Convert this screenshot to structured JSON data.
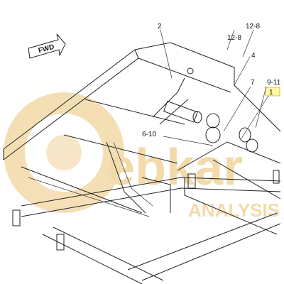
{
  "diagram": {
    "callouts": [
      {
        "id": "c-2",
        "text": "2"
      },
      {
        "id": "c-12-8",
        "text": "12-8"
      },
      {
        "id": "c-12-8b",
        "text": "12-8"
      },
      {
        "id": "c-4",
        "text": "4"
      },
      {
        "id": "c-7",
        "text": "7"
      },
      {
        "id": "c-9-11",
        "text": "9-11"
      },
      {
        "id": "c-1",
        "text": "1"
      },
      {
        "id": "c-6-10",
        "text": "6-10"
      }
    ],
    "fwd_label": "FWD",
    "highlight_color": "#fff6a8",
    "watermark": {
      "logo_text": "ebkar",
      "tag_text": "ANALYSIS",
      "color": "#f1d6a2"
    }
  }
}
